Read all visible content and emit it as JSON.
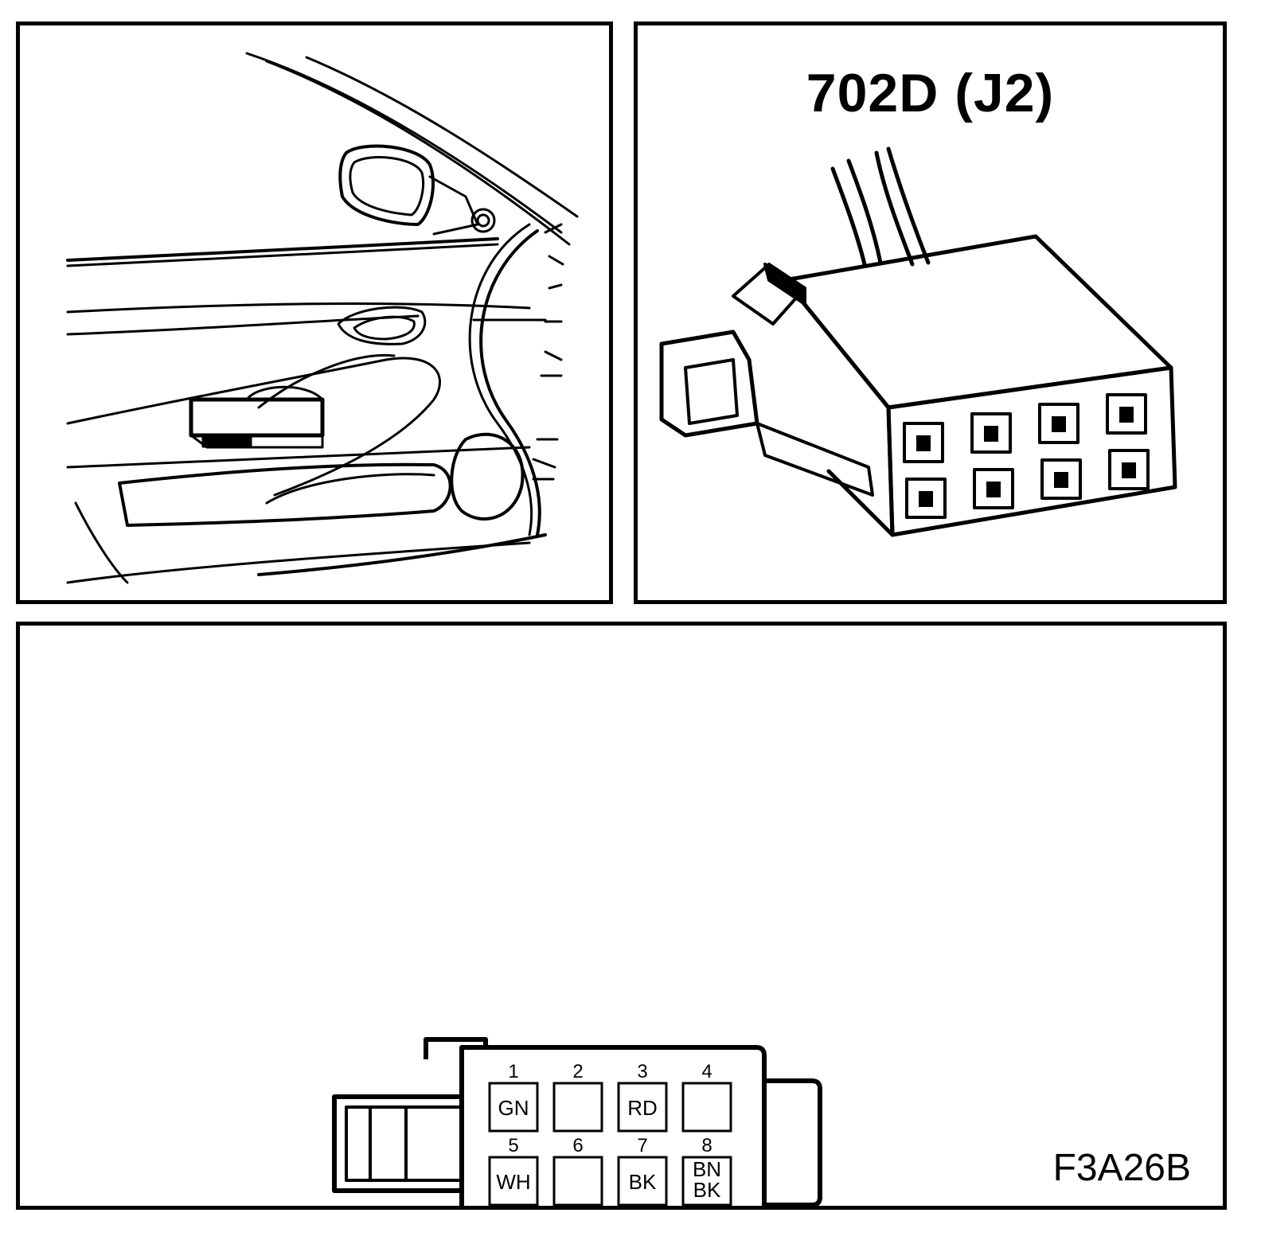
{
  "connector": {
    "title": "702D (J2)",
    "figure_id": "F3A26B"
  },
  "pins": [
    {
      "number": "1",
      "colors": [
        "GN"
      ]
    },
    {
      "number": "2",
      "colors": []
    },
    {
      "number": "3",
      "colors": [
        "RD"
      ]
    },
    {
      "number": "4",
      "colors": []
    },
    {
      "number": "5",
      "colors": [
        "WH"
      ]
    },
    {
      "number": "6",
      "colors": []
    },
    {
      "number": "7",
      "colors": [
        "BK"
      ]
    },
    {
      "number": "8",
      "colors": [
        "BN",
        "BK"
      ]
    }
  ]
}
